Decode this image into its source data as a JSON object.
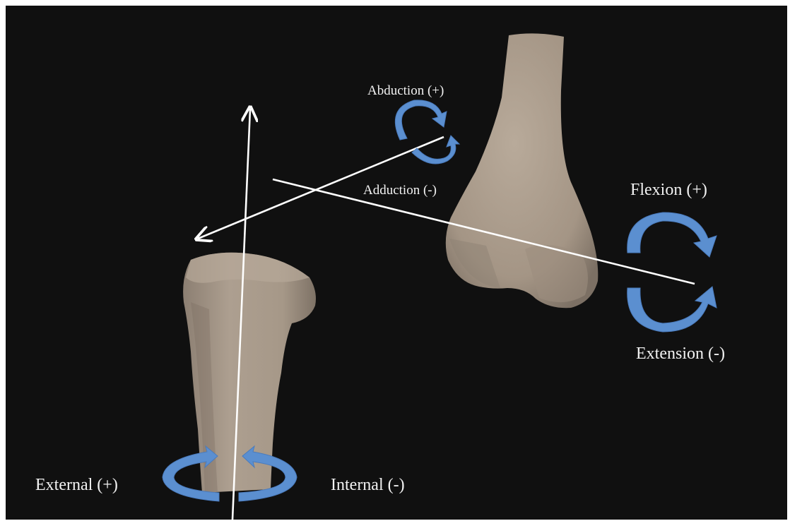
{
  "labels": {
    "abduction": "Abduction (+)",
    "adduction": "Adduction (-)",
    "flexion": "Flexion (+)",
    "extension": "Extension (-)",
    "external": "External (+)",
    "internal": "Internal (-)"
  },
  "colors": {
    "background": "#101010",
    "bone": "#a89a8b",
    "bone_shadow": "#7c7064",
    "axis": "#ffffff",
    "rotation_arrow": "#5b8fd0"
  }
}
